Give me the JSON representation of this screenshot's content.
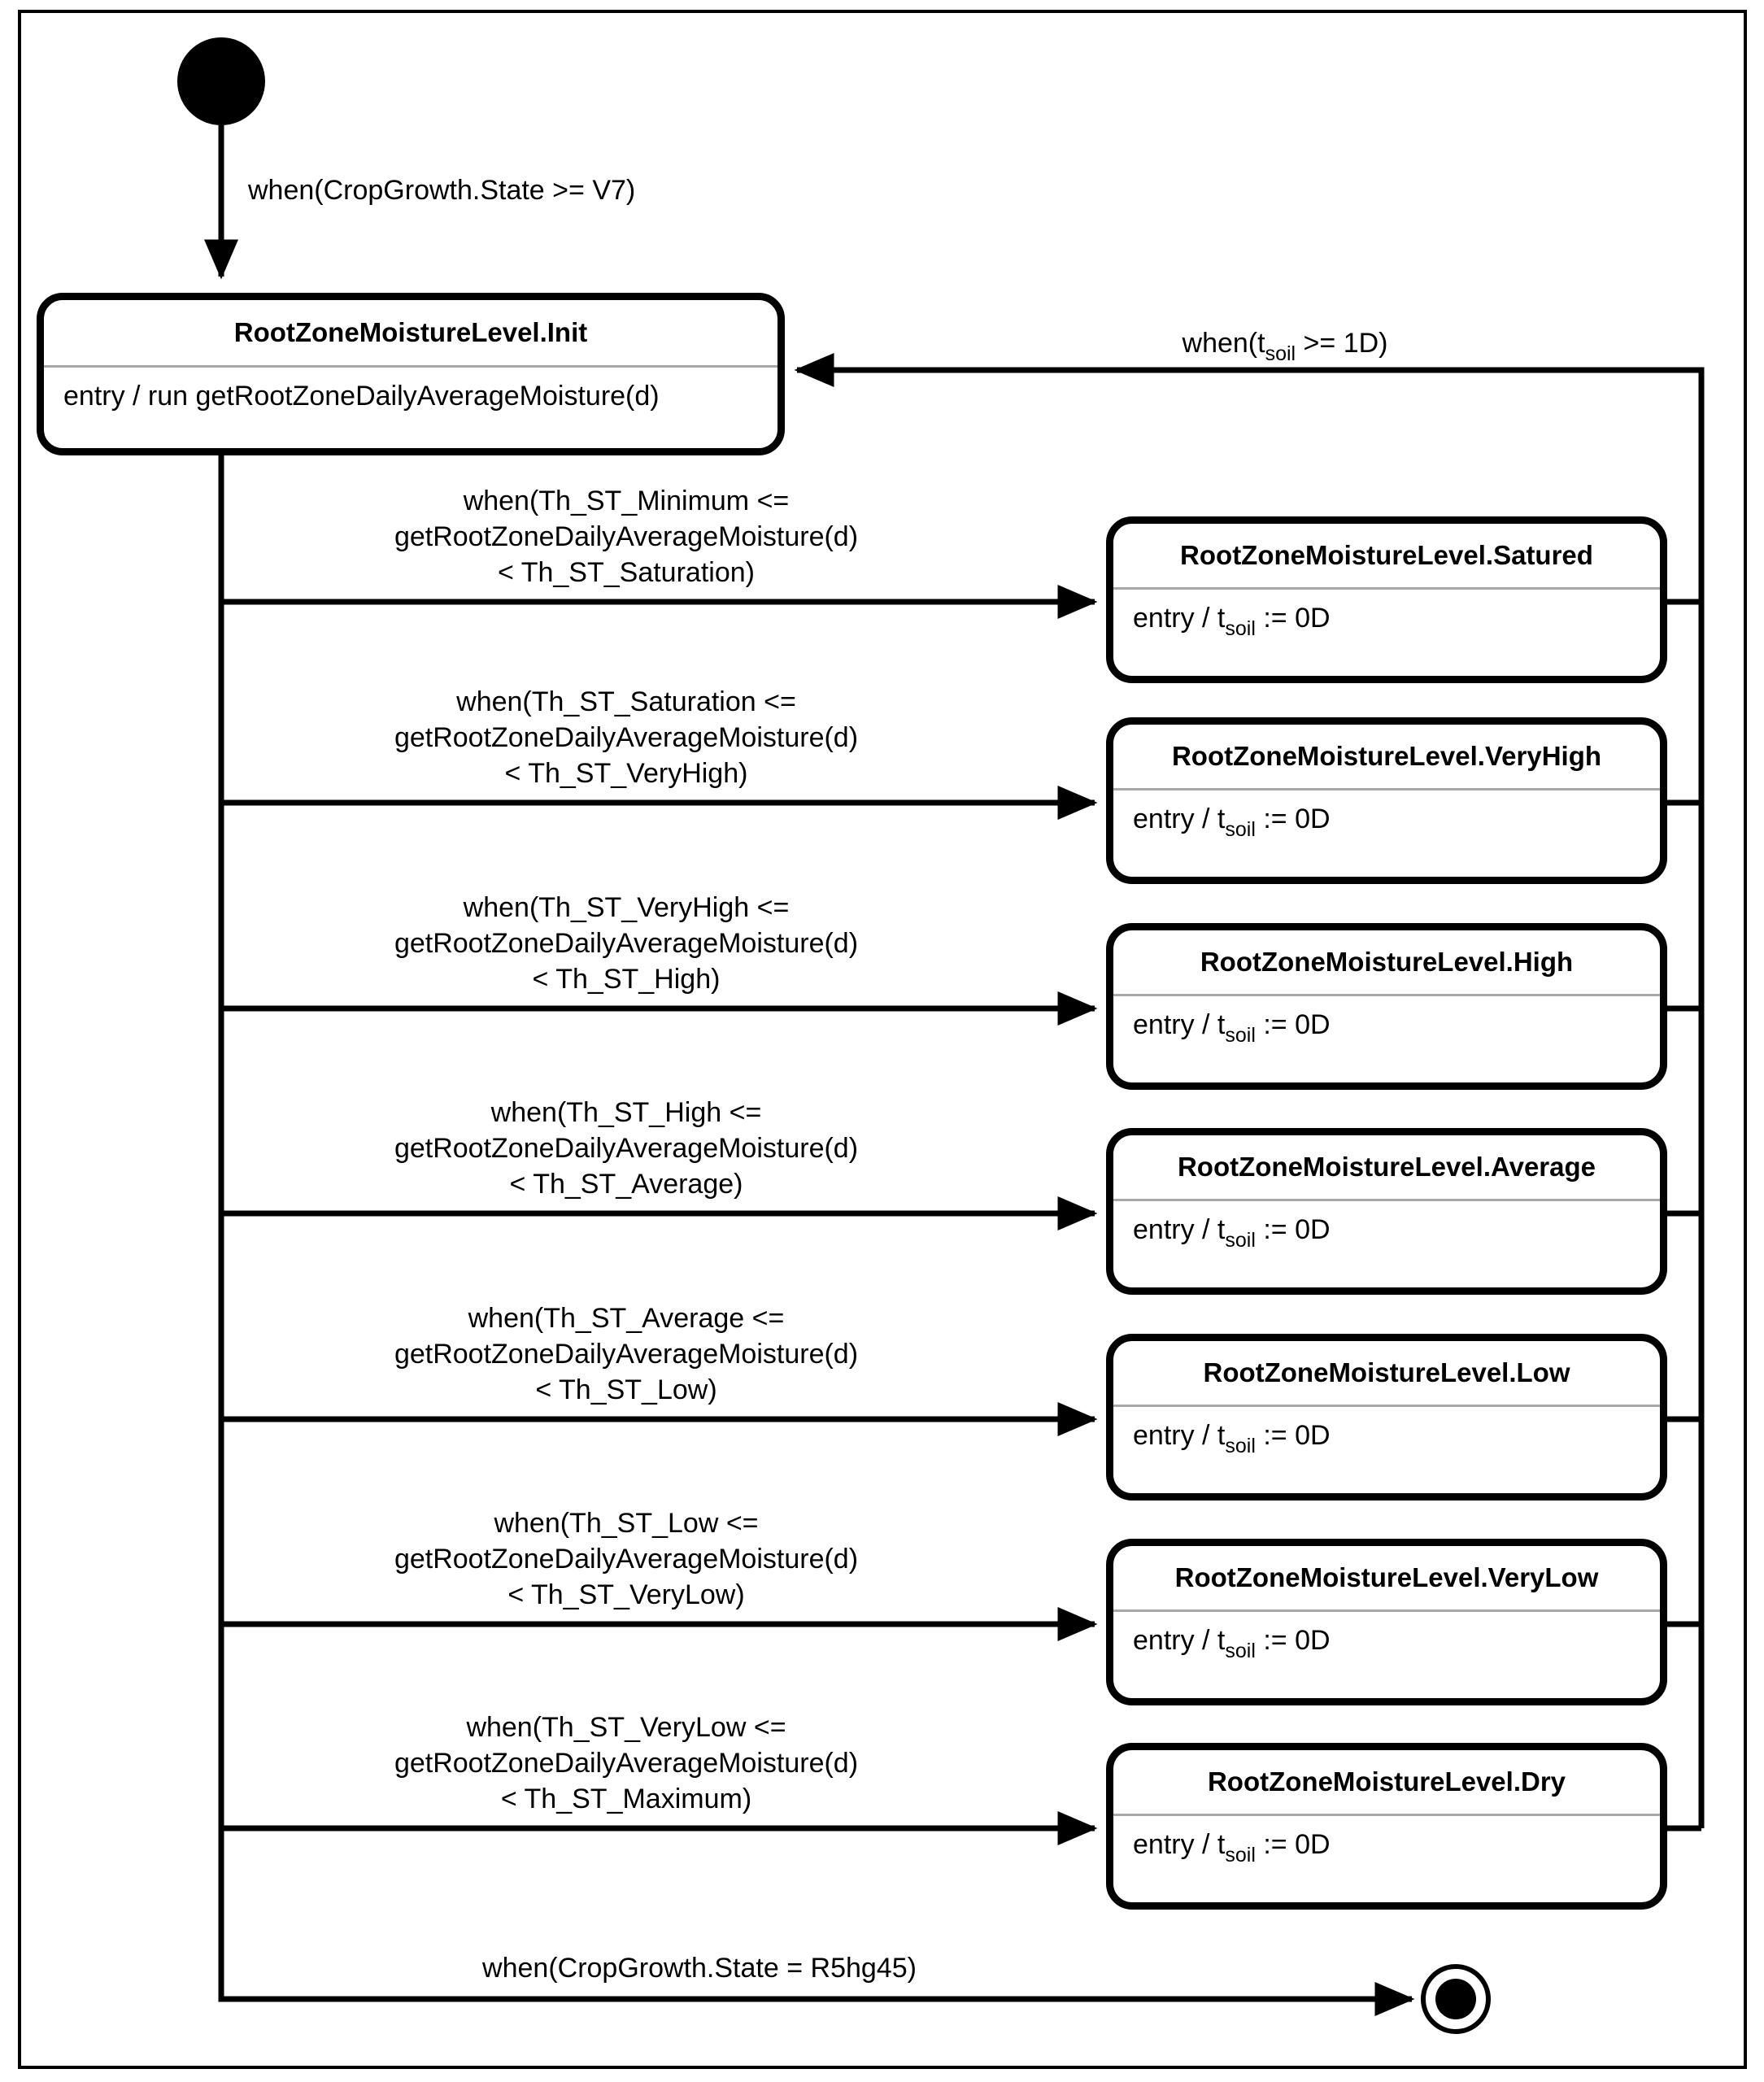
{
  "diagram": {
    "colors": {
      "line": "#000000",
      "background": "#ffffff",
      "divider": "#a8a8a8"
    },
    "initial_transition_label": "when(CropGrowth.State >= V7)",
    "return_transition": {
      "pre": "when(t",
      "sub": "soil",
      "post": " >= 1D)"
    },
    "final_transition_label": "when(CropGrowth.State = R5hg45)",
    "init_state": {
      "title": "RootZoneMoistureLevel.Init",
      "entry_action": "entry / run getRootZoneDailyAverageMoisture(d)"
    },
    "states": [
      {
        "title": "RootZoneMoistureLevel.Satured",
        "entry_pre": "entry / t",
        "entry_sub": "soil",
        "entry_post": " := 0D"
      },
      {
        "title": "RootZoneMoistureLevel.VeryHigh",
        "entry_pre": "entry / t",
        "entry_sub": "soil",
        "entry_post": " := 0D"
      },
      {
        "title": "RootZoneMoistureLevel.High",
        "entry_pre": "entry / t",
        "entry_sub": "soil",
        "entry_post": " := 0D"
      },
      {
        "title": "RootZoneMoistureLevel.Average",
        "entry_pre": "entry / t",
        "entry_sub": "soil",
        "entry_post": " := 0D"
      },
      {
        "title": "RootZoneMoistureLevel.Low",
        "entry_pre": "entry / t",
        "entry_sub": "soil",
        "entry_post": " := 0D"
      },
      {
        "title": "RootZoneMoistureLevel.VeryLow",
        "entry_pre": "entry / t",
        "entry_sub": "soil",
        "entry_post": " := 0D"
      },
      {
        "title": "RootZoneMoistureLevel.Dry",
        "entry_pre": "entry / t",
        "entry_sub": "soil",
        "entry_post": " := 0D"
      }
    ],
    "transitions": [
      {
        "label": "when(Th_ST_Minimum <=\ngetRootZoneDailyAverageMoisture(d)\n< Th_ST_Saturation)"
      },
      {
        "label": "when(Th_ST_Saturation <=\ngetRootZoneDailyAverageMoisture(d)\n< Th_ST_VeryHigh)"
      },
      {
        "label": "when(Th_ST_VeryHigh <=\ngetRootZoneDailyAverageMoisture(d)\n< Th_ST_High)"
      },
      {
        "label": "when(Th_ST_High <=\ngetRootZoneDailyAverageMoisture(d)\n< Th_ST_Average)"
      },
      {
        "label": "when(Th_ST_Average <=\ngetRootZoneDailyAverageMoisture(d)\n< Th_ST_Low)"
      },
      {
        "label": "when(Th_ST_Low <=\ngetRootZoneDailyAverageMoisture(d)\n< Th_ST_VeryLow)"
      },
      {
        "label": "when(Th_ST_VeryLow <=\ngetRootZoneDailyAverageMoisture(d)\n< Th_ST_Maximum)"
      }
    ]
  }
}
